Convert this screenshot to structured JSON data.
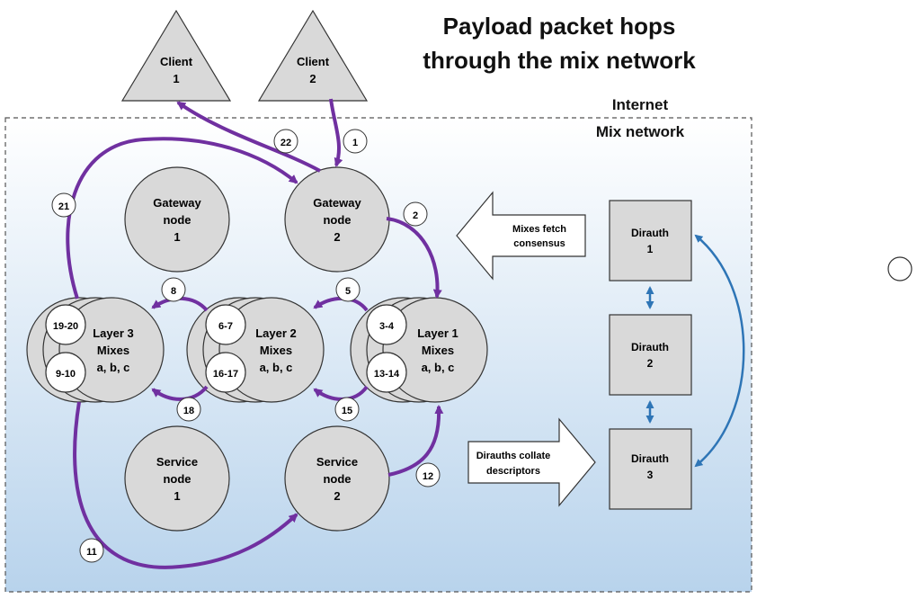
{
  "title": {
    "line1": "Payload packet hops",
    "line2": "through the mix network"
  },
  "labels": {
    "internet": "Internet",
    "mix_network": "Mix network"
  },
  "clients": [
    {
      "line1": "Client",
      "line2": "1"
    },
    {
      "line1": "Client",
      "line2": "2"
    }
  ],
  "gateways": [
    {
      "line1": "Gateway",
      "line2": "node",
      "line3": "1"
    },
    {
      "line1": "Gateway",
      "line2": "node",
      "line3": "2"
    }
  ],
  "services": [
    {
      "line1": "Service",
      "line2": "node",
      "line3": "1"
    },
    {
      "line1": "Service",
      "line2": "node",
      "line3": "2"
    }
  ],
  "layers": [
    {
      "line1": "Layer 3",
      "line2": "Mixes",
      "line3": "a, b, c",
      "top_hops": "19-20",
      "bottom_hops": "9-10"
    },
    {
      "line1": "Layer 2",
      "line2": "Mixes",
      "line3": "a, b, c",
      "top_hops": "6-7",
      "bottom_hops": "16-17"
    },
    {
      "line1": "Layer 1",
      "line2": "Mixes",
      "line3": "a, b, c",
      "top_hops": "3-4",
      "bottom_hops": "13-14"
    }
  ],
  "hops": {
    "h1": "1",
    "h2": "2",
    "h5": "5",
    "h8": "8",
    "h11": "11",
    "h12": "12",
    "h15": "15",
    "h18": "18",
    "h21": "21",
    "h22": "22"
  },
  "dirauths": [
    {
      "line1": "Dirauth",
      "line2": "1"
    },
    {
      "line1": "Dirauth",
      "line2": "2"
    },
    {
      "line1": "Dirauth",
      "line2": "3"
    }
  ],
  "callouts": {
    "fetch": {
      "line1": "Mixes fetch",
      "line2": "consensus"
    },
    "collate": {
      "line1": "Dirauths collate",
      "line2": "descriptors"
    }
  },
  "colors": {
    "hop_arrow": "#7030a0",
    "dirauth_arrow": "#2e75b6",
    "node_fill": "#d9d9d9",
    "network_top": "#ffffff",
    "network_bottom": "#b8d3ec"
  }
}
